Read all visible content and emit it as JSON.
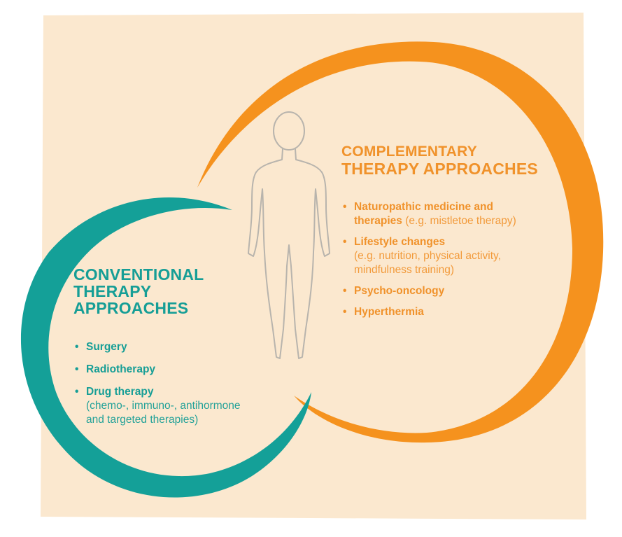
{
  "colors": {
    "background_panel": "#fbe8cf",
    "complementary": "#f5921e",
    "conventional": "#14a098",
    "figure_outline": "#b8b4ad"
  },
  "complementary": {
    "title_line1": "COMPLEMENTARY",
    "title_line2": "THERAPY APPROACHES",
    "items": [
      {
        "bold": "Naturopathic medicine and",
        "bold2": "therapies",
        "note": " (e.g. mistletoe therapy)"
      },
      {
        "bold": "Lifestyle changes",
        "note_line1": "(e.g. nutrition, physical activity,",
        "note_line2": "mindfulness training)"
      },
      {
        "bold": "Psycho-oncology"
      },
      {
        "bold": "Hyperthermia"
      }
    ]
  },
  "conventional": {
    "title_line1": "CONVENTIONAL",
    "title_line2": "THERAPY",
    "title_line3": "APPROACHES",
    "items": [
      {
        "bold": "Surgery"
      },
      {
        "bold": "Radiotherapy"
      },
      {
        "bold": "Drug therapy",
        "note_line1": "(chemo-, immuno-, antihormone",
        "note_line2": "and targeted therapies)"
      }
    ]
  },
  "figure": {
    "icon": "human-body-outline-icon"
  }
}
